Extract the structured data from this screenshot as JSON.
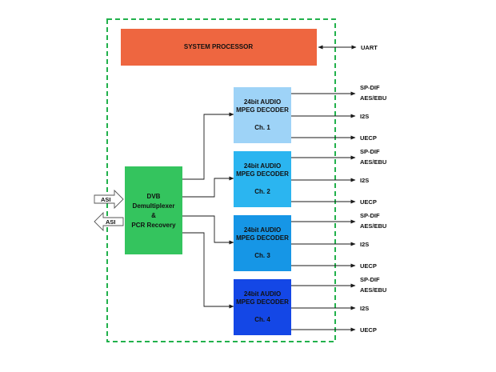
{
  "system_processor": {
    "label": "SYSTEM PROCESSOR",
    "color": "#EE6640"
  },
  "uart_label": "UART",
  "demux": {
    "lines": [
      "DVB",
      "Demultiplexer",
      "&",
      "PCR Recovery"
    ],
    "color": "#34C45E"
  },
  "asi_in_label": "ASI",
  "asi_out_label": "ASI",
  "decoders": [
    {
      "line1": "24bit AUDIO",
      "line2": "MPEG DECODER",
      "channel": "Ch. 1",
      "color": "#9ED3F7",
      "outputs": {
        "spdif": "SP-DIF",
        "aes": "AES/EBU",
        "i2s": "I2S",
        "uecp": "UECP"
      }
    },
    {
      "line1": "24bit AUDIO",
      "line2": "MPEG DECODER",
      "channel": "Ch. 2",
      "color": "#2BB5F0",
      "outputs": {
        "spdif": "SP-DIF",
        "aes": "AES/EBU",
        "i2s": "I2S",
        "uecp": "UECP"
      }
    },
    {
      "line1": "24bit AUDIO",
      "line2": "MPEG DECODER",
      "channel": "Ch. 3",
      "color": "#1696E6",
      "outputs": {
        "spdif": "SP-DIF",
        "aes": "AES/EBU",
        "i2s": "I2S",
        "uecp": "UECP"
      }
    },
    {
      "line1": "24bit AUDIO",
      "line2": "MPEG DECODER",
      "channel": "Ch. 4",
      "color": "#1447E6",
      "outputs": {
        "spdif": "SP-DIF",
        "aes": "AES/EBU",
        "i2s": "I2S",
        "uecp": "UECP"
      }
    }
  ],
  "border_color": "#22B14C"
}
